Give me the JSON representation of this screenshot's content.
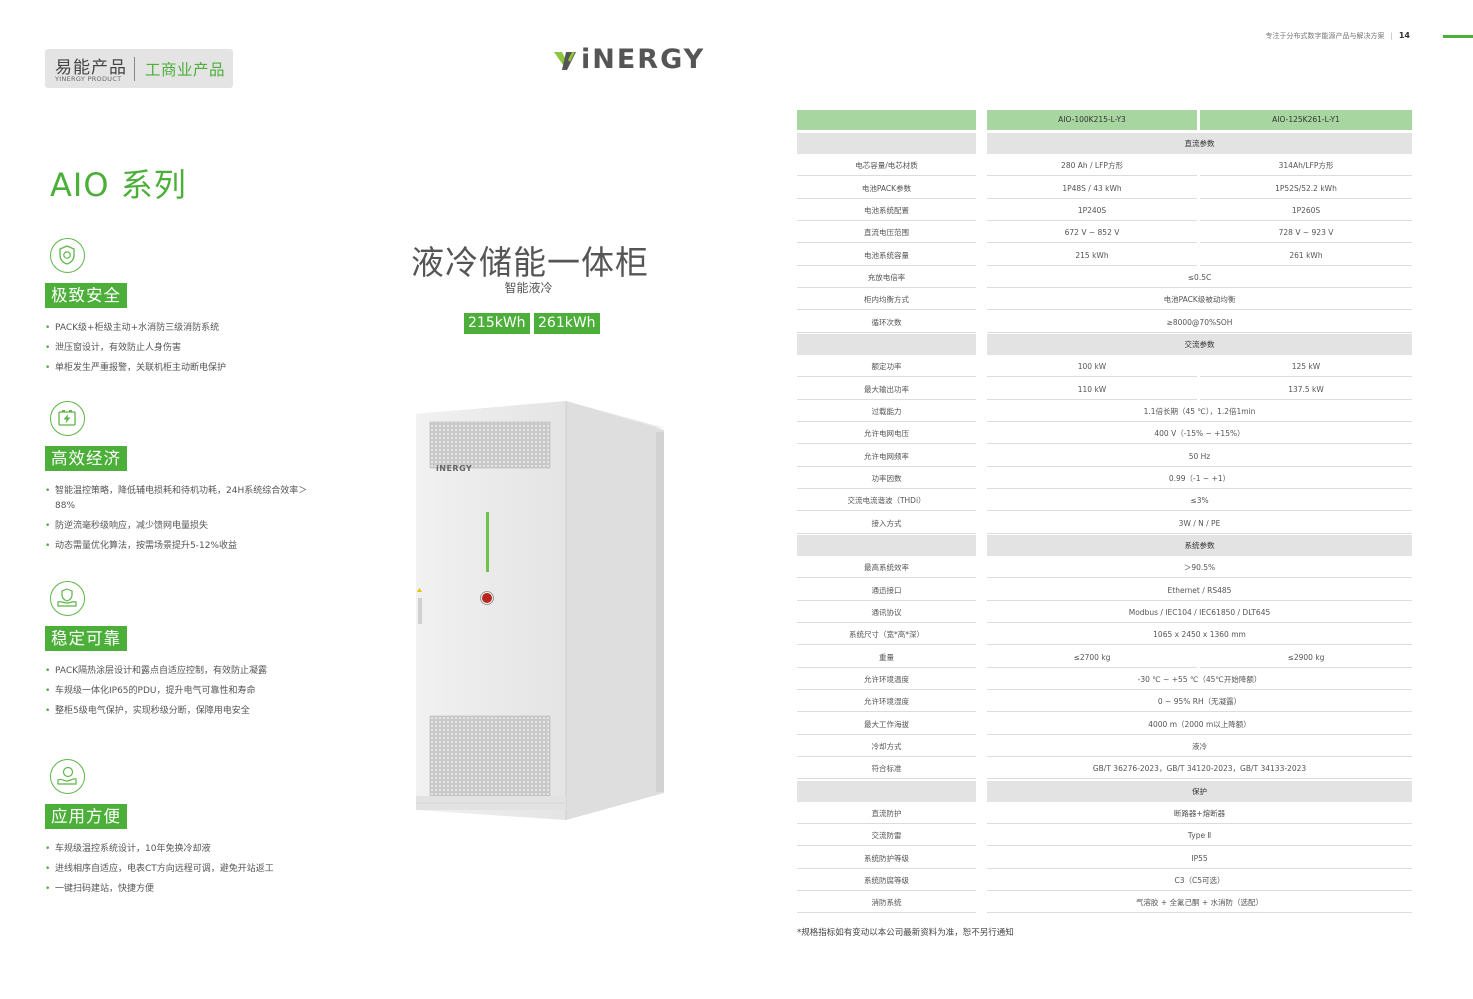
{
  "header": {
    "brand_cn": "易能产品",
    "brand_en": "YINERGY PRODUCT",
    "category": "工商业产品",
    "logo_text": "iNERGY",
    "page_note": "专注于分布式数字能源产品与解决方案",
    "page_number": "14"
  },
  "series_title": "AIO 系列",
  "features": [
    {
      "icon": "shield-icon",
      "label": "极致安全",
      "items": [
        "PACK级+柜级主动+水消防三级消防系统",
        "泄压窗设计，有效防止人身伤害",
        "单柜发生严重报警，关联机柜主动断电保护"
      ]
    },
    {
      "icon": "battery-charge-icon",
      "label": "高效经济",
      "items": [
        "智能温控策略，降低辅电损耗和待机功耗，24H系统综合效率＞88%",
        "防逆流毫秒级响应，减少馈网电量损失",
        "动态需量优化算法，按需场景提升5-12%收益"
      ]
    },
    {
      "icon": "hand-shield-icon",
      "label": "稳定可靠",
      "items": [
        "PACK隔热涂层设计和露点自适应控制，有效防止凝露",
        "车规级一体化IP65的PDU，提升电气可靠性和寿命",
        "整柜5级电气保护，实现秒级分断，保障用电安全"
      ]
    },
    {
      "icon": "hand-coin-icon",
      "label": "应用方便",
      "items": [
        "车规级温控系统设计，10年免换冷却液",
        "进线相序自适应，电表CT方向远程可调，避免开站返工",
        "一键扫码建站，快捷方便"
      ]
    }
  ],
  "product": {
    "title": "液冷储能一体柜",
    "subtitle": "智能液冷",
    "badges": [
      "215kWh",
      "261kWh"
    ],
    "cabinet_logo": "iNERGY"
  },
  "spec": {
    "models": [
      "AIO-100K215-L-Y3",
      "AIO-125K261-L-Y1"
    ],
    "rows": [
      {
        "section": "直流参数"
      },
      {
        "label": "电芯容量/电芯材质",
        "v1": "280 Ah / LFP方形",
        "v2": "314Ah/LFP方形"
      },
      {
        "label": "电池PACK参数",
        "v1": "1P48S / 43 kWh",
        "v2": "1P52S/52.2 kWh"
      },
      {
        "label": "电池系统配置",
        "v1": "1P240S",
        "v2": "1P260S"
      },
      {
        "label": "直流电压范围",
        "v1": "672 V ~ 852 V",
        "v2": "728 V ~ 923 V"
      },
      {
        "label": "电池系统容量",
        "v1": "215 kWh",
        "v2": "261 kWh"
      },
      {
        "label": "充放电倍率",
        "span": "≤0.5C"
      },
      {
        "label": "柜内均衡方式",
        "span": "电池PACK级被动均衡"
      },
      {
        "label": "循环次数",
        "span": "≥8000@70%SOH"
      },
      {
        "section": "交流参数"
      },
      {
        "label": "额定功率",
        "v1": "100 kW",
        "v2": "125 kW"
      },
      {
        "label": "最大输出功率",
        "v1": "110  kW",
        "v2": "137.5  kW"
      },
      {
        "label": "过载能力",
        "span": "1.1倍长期（45 ℃），1.2倍1min"
      },
      {
        "label": "允许电网电压",
        "span": "400 V（-15% ~ +15%）"
      },
      {
        "label": "允许电网频率",
        "span": "50 Hz"
      },
      {
        "label": "功率因数",
        "span": "0.99（-1 ~ +1）"
      },
      {
        "label": "交流电流谐波（THDi）",
        "span": "≤3%"
      },
      {
        "label": "接入方式",
        "span": "3W / N / PE"
      },
      {
        "section": "系统参数"
      },
      {
        "label": "最高系统效率",
        "span": "＞90.5%"
      },
      {
        "label": "通迅接口",
        "span": "Ethernet / RS485"
      },
      {
        "label": "通讯协议",
        "span": "Modbus / IEC104 / IEC61850 / DLT645"
      },
      {
        "label": "系统尺寸（宽*高*深）",
        "span": "1065 x 2450 x 1360 mm"
      },
      {
        "label": "重量",
        "v1": "≤2700 kg",
        "v2": "≤2900 kg"
      },
      {
        "label": "允许环境温度",
        "span": "-30 ℃ ~ +55 ℃（45℃开始降额）"
      },
      {
        "label": "允许环境湿度",
        "span": "0 ~ 95% RH（无凝露）"
      },
      {
        "label": "最大工作海拔",
        "span": "4000 m（2000 m以上降额）"
      },
      {
        "label": "冷却方式",
        "span": "液冷"
      },
      {
        "label": "符合标准",
        "span": "GB/T 36276-2023，GB/T 34120-2023，GB/T 34133-2023"
      },
      {
        "section": "保护"
      },
      {
        "label": "直流防护",
        "span": "断路器+熔断器"
      },
      {
        "label": "交流防雷",
        "span": "Type Ⅱ"
      },
      {
        "label": "系统防护等级",
        "span": "IP55"
      },
      {
        "label": "系统防腐等级",
        "span": "C3（C5可选）"
      },
      {
        "label": "消防系统",
        "span": "气溶胶 + 全氟己酮 + 水消防（选配）"
      }
    ]
  },
  "footnote": "*规格指标如有变动以本公司最新资料为准，恕不另行通知",
  "colors": {
    "accent": "#4caf3a",
    "header_cell": "#a8d6a0",
    "section_cell": "#e3e3e3"
  }
}
